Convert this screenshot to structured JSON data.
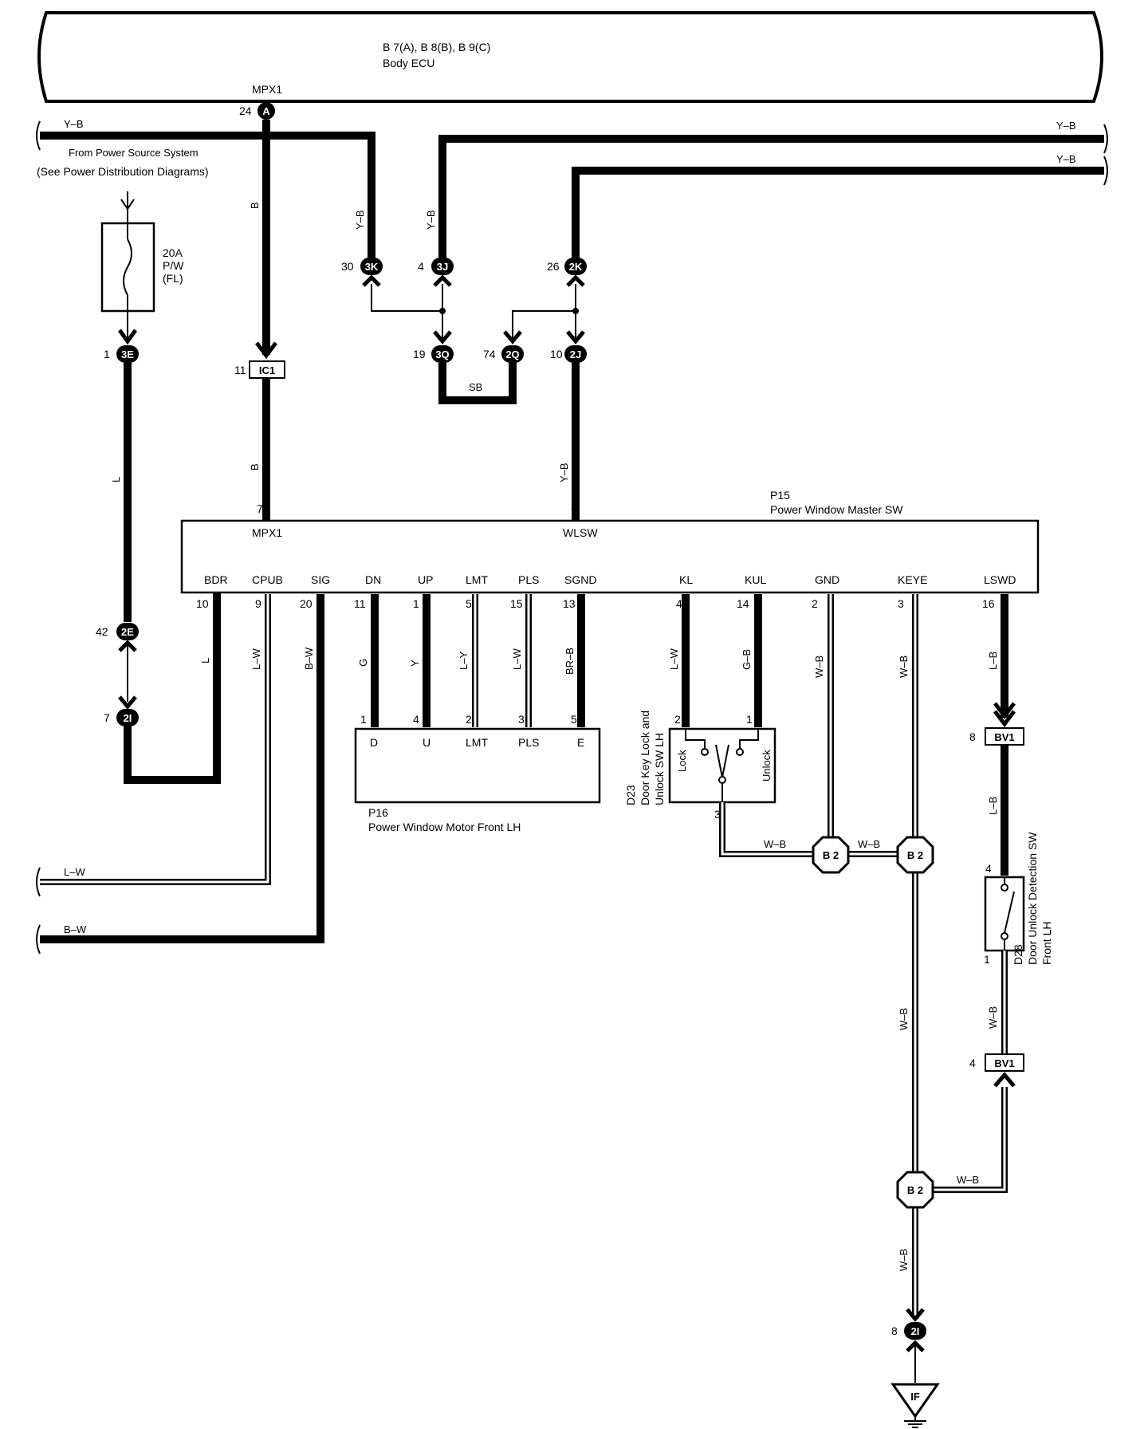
{
  "ecu": {
    "title": "B 7(A), B 8(B), B 9(C)",
    "name": "Body ECU",
    "terminal": "MPX1",
    "pin": "24",
    "pin_letter": "A"
  },
  "power_source": {
    "line1": "From Power Source System",
    "line2": "(See Power Distribution Diagrams)",
    "fuse_amp": "20A",
    "fuse_name": "P/W",
    "fuse_loc": "(FL)"
  },
  "wires": {
    "yb": "Y–B",
    "b": "B",
    "l": "L",
    "sb": "SB",
    "lw": "L–W",
    "bw": "B–W",
    "g": "G",
    "y": "Y",
    "ly": "L–Y",
    "brb": "BR–B",
    "gb": "G–B",
    "wb": "W–B",
    "lb": "L–B"
  },
  "connectors": {
    "c3k": {
      "pin": "30",
      "label": "3K"
    },
    "c3j": {
      "pin": "4",
      "label": "3J"
    },
    "c2k": {
      "pin": "26",
      "label": "2K"
    },
    "c3e": {
      "pin": "1",
      "label": "3E"
    },
    "cic1": {
      "pin": "11",
      "label": "IC1"
    },
    "c3q": {
      "pin": "19",
      "label": "3Q"
    },
    "c2q": {
      "pin": "74",
      "label": "2Q"
    },
    "c2j": {
      "pin": "10",
      "label": "2J"
    },
    "c2e": {
      "pin": "42",
      "label": "2E"
    },
    "c2i_top": {
      "pin": "7",
      "label": "2I"
    },
    "c2i_bot": {
      "pin": "8",
      "label": "2I"
    },
    "bv1_top": {
      "pin": "8",
      "label": "BV1"
    },
    "bv1_bot": {
      "pin": "4",
      "label": "BV1"
    }
  },
  "master_sw": {
    "id": "P15",
    "name": "Power Window Master SW",
    "top_pins": [
      {
        "label": "MPX1",
        "pin": "7"
      },
      {
        "label": "WLSW",
        "pin": "6"
      }
    ],
    "bottom_pins": [
      {
        "label": "BDR",
        "pin": "10"
      },
      {
        "label": "CPUB",
        "pin": "9"
      },
      {
        "label": "SIG",
        "pin": "20"
      },
      {
        "label": "DN",
        "pin": "11"
      },
      {
        "label": "UP",
        "pin": "1"
      },
      {
        "label": "LMT",
        "pin": "5"
      },
      {
        "label": "PLS",
        "pin": "15"
      },
      {
        "label": "SGND",
        "pin": "13"
      },
      {
        "label": "KL",
        "pin": "4"
      },
      {
        "label": "KUL",
        "pin": "14"
      },
      {
        "label": "GND",
        "pin": "2"
      },
      {
        "label": "KEYE",
        "pin": "3"
      },
      {
        "label": "LSWD",
        "pin": "16"
      }
    ]
  },
  "motor": {
    "id": "P16",
    "name": "Power Window Motor Front LH",
    "pins": [
      {
        "label": "D",
        "pin": "1"
      },
      {
        "label": "U",
        "pin": "4"
      },
      {
        "label": "LMT",
        "pin": "2"
      },
      {
        "label": "PLS",
        "pin": "3"
      },
      {
        "label": "E",
        "pin": "5"
      }
    ]
  },
  "key_sw": {
    "id": "D23",
    "line1": "Door Key Lock and",
    "line2": "Unlock SW LH",
    "lock": "Lock",
    "unlock": "Unlock",
    "pin_left": "2",
    "pin_right": "1",
    "pin_bottom": "3"
  },
  "unlock_det": {
    "id": "D28",
    "line1": "Door Unlock Detection SW",
    "line2": "Front LH",
    "pin_top": "4",
    "pin_bottom": "1"
  },
  "junctions": {
    "b2": "B 2"
  },
  "ground": {
    "label": "IF"
  }
}
